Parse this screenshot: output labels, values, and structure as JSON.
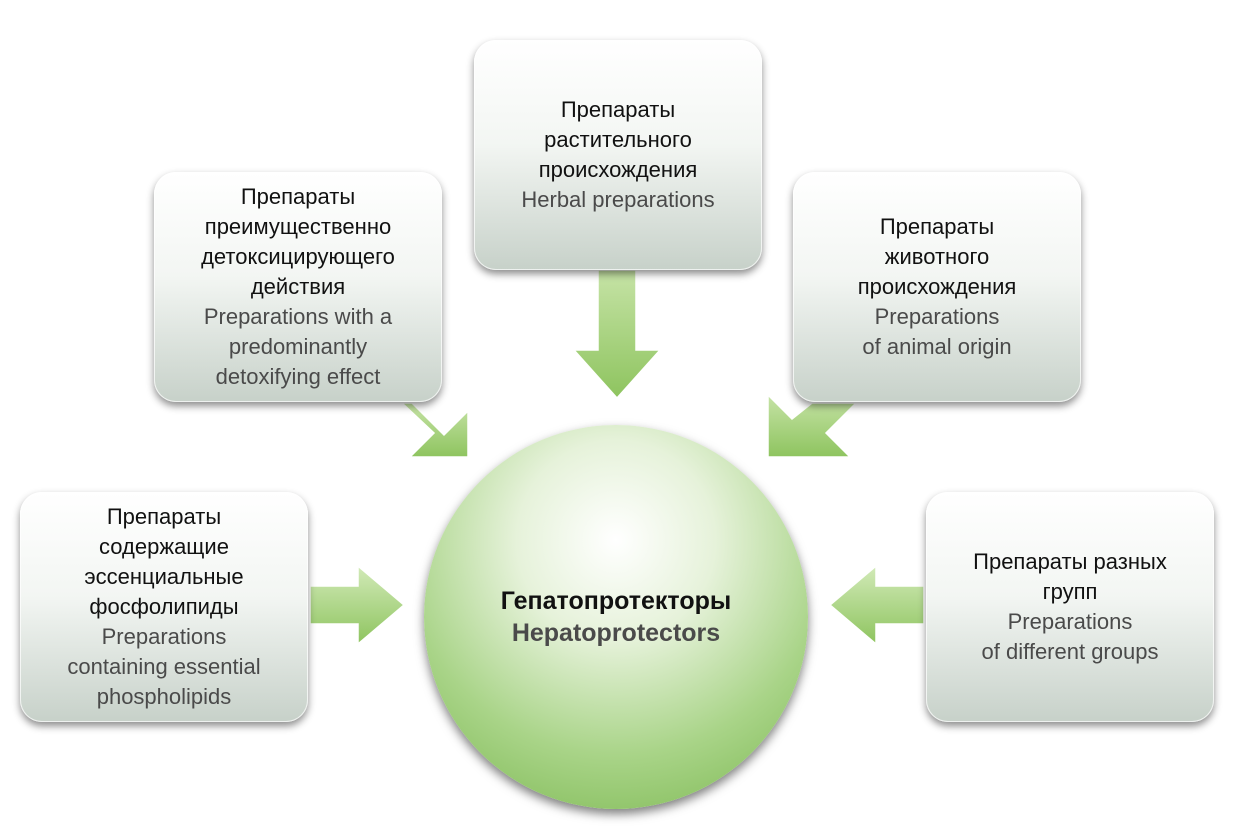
{
  "center": {
    "title_ru": "Гепатопротекторы",
    "title_en": "Hepatoprotectors"
  },
  "boxes": {
    "top": {
      "ru_lines": [
        "Препараты",
        "растительного",
        "происхождения"
      ],
      "en_lines": [
        "Herbal preparations"
      ]
    },
    "upper_left": {
      "ru_lines": [
        "Препараты",
        "преимущественно",
        "детоксицирующего",
        "действия"
      ],
      "en_lines": [
        "Preparations with a",
        "predominantly",
        "detoxifying effect"
      ]
    },
    "upper_right": {
      "ru_lines": [
        "Препараты",
        "животного",
        "происхождения"
      ],
      "en_lines": [
        "Preparations",
        "of animal origin"
      ]
    },
    "left": {
      "ru_lines": [
        "Препараты",
        "содержащие",
        "эссенциальные",
        "фосфолипиды"
      ],
      "en_lines": [
        "Preparations",
        "containing essential",
        "phospholipids"
      ]
    },
    "right": {
      "ru_lines": [
        "Препараты разных",
        "групп"
      ],
      "en_lines": [
        "Preparations",
        "of different groups"
      ]
    }
  },
  "colors": {
    "arrow_fill": "#9ccc6e",
    "circle_center": "#ffffff",
    "circle_edge": "#79b64e",
    "box_bottom": "#c7d1c9"
  }
}
